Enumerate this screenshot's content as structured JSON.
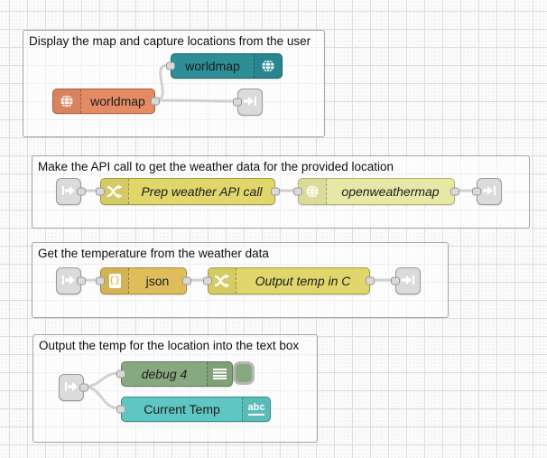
{
  "app": "node-red-flow-editor",
  "palette": {
    "wire_color": "#999999",
    "grid_line_color": "#dcdce9",
    "group_border_color": "#a5a5a5",
    "link_node_color": "#dbdbdb",
    "port_color": "#d9d9d9",
    "worldmap_in_color": "#2d8e96",
    "worldmap_color": "#e48b66",
    "function_color": "#e0d66b",
    "openweathermap_color": "#e7e8a5",
    "json_color": "#debd5c",
    "debug_color": "#87a980",
    "ui_text_color": "#5fc6c3"
  },
  "groups": [
    {
      "title": "Display the map and capture locations from the user",
      "nodes": [
        {
          "label": "worldmap",
          "icon": "globe-icon",
          "color": "#2d8e96"
        },
        {
          "label": "worldmap",
          "icon": "globe-icon",
          "color": "#e48b66"
        },
        {
          "label": "",
          "icon": "link-out-icon",
          "color": "#dbdbdb"
        }
      ]
    },
    {
      "title": "Make the API call to get the weather data for the provided location",
      "nodes": [
        {
          "label": "",
          "icon": "link-in-icon",
          "color": "#dbdbdb"
        },
        {
          "label": "Prep weather API call",
          "icon": "function-icon",
          "color": "#e0d66b"
        },
        {
          "label": "openweathermap",
          "icon": "globe-icon",
          "color": "#e7e8a5"
        },
        {
          "label": "",
          "icon": "link-out-icon",
          "color": "#dbdbdb"
        }
      ]
    },
    {
      "title": "Get the temperature from the weather data",
      "nodes": [
        {
          "label": "",
          "icon": "link-in-icon",
          "color": "#dbdbdb"
        },
        {
          "label": "json",
          "icon": "json-icon",
          "color": "#debd5c"
        },
        {
          "label": "Output temp in C",
          "icon": "function-icon",
          "color": "#e0d66b"
        },
        {
          "label": "",
          "icon": "link-out-icon",
          "color": "#dbdbdb"
        }
      ]
    },
    {
      "title": "Output the temp for the location into the text box",
      "nodes": [
        {
          "label": "",
          "icon": "link-in-icon",
          "color": "#dbdbdb"
        },
        {
          "label": "debug 4",
          "icon": "debug-list-icon",
          "color": "#87a980"
        },
        {
          "label": "Current Temp",
          "icon": "abc-icon",
          "icon_text": "abc",
          "color": "#5fc6c3"
        }
      ]
    }
  ]
}
